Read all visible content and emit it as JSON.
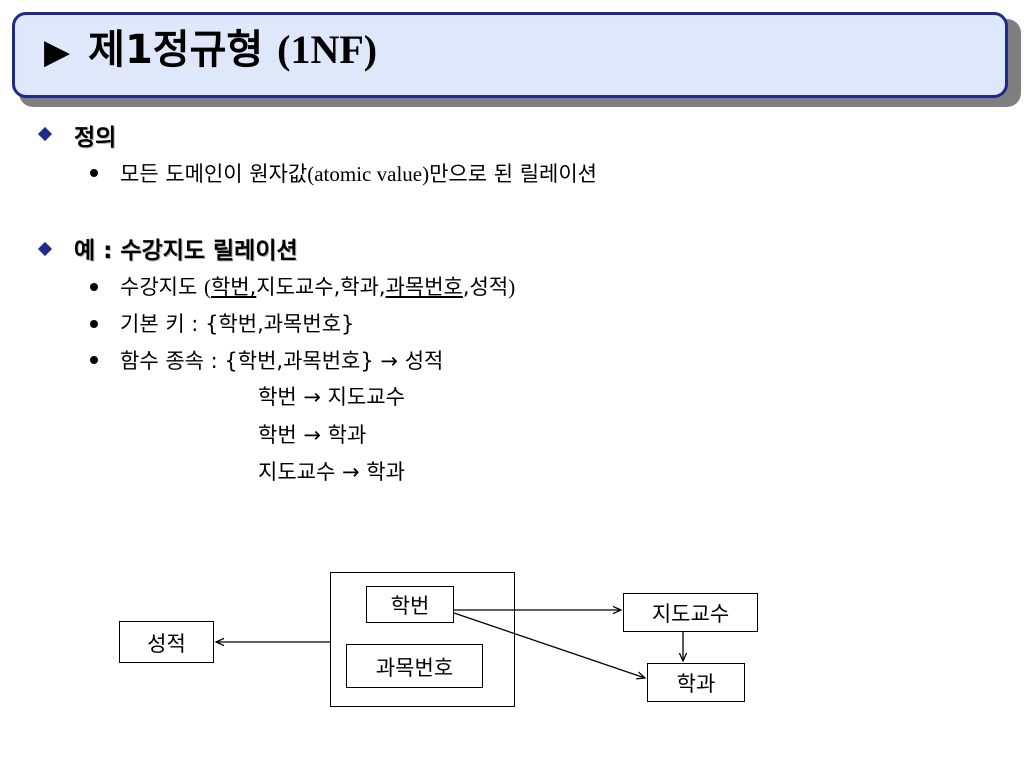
{
  "title": {
    "arrow": "▶",
    "ko": "제1정규형",
    "en": "(1NF)"
  },
  "definition": {
    "heading": "정의",
    "bullet": {
      "ko1": "모든 도메인이 원자값",
      "en": "(atomic value)",
      "ko2": "만으로 된 릴레이션"
    }
  },
  "example": {
    "heading": "예 :  수강지도 릴레이션",
    "relation": {
      "name": "수강지도 ",
      "open": "(",
      "a1": "학번,",
      "a2": "지도교수,학과,",
      "a3": "과목번호",
      "a4": ",성적",
      "close": ")"
    },
    "key": {
      "label": "기본 키 : ",
      "value": "{학번,과목번호}"
    },
    "fd": {
      "label": "함수 종속 : ",
      "lines": [
        {
          "lhs": "{학번,과목번호}",
          "arrow": "→",
          "rhs": "성적"
        },
        {
          "lhs": "학번",
          "arrow": "→",
          "rhs": "지도교수"
        },
        {
          "lhs": "학번",
          "arrow": "→",
          "rhs": "학과"
        },
        {
          "lhs": "지도교수",
          "arrow": "→",
          "rhs": "학과"
        }
      ]
    }
  },
  "diagram": {
    "grade": "성적",
    "student_id": "학번",
    "course_no": "과목번호",
    "advisor": "지도교수",
    "dept": "학과"
  }
}
